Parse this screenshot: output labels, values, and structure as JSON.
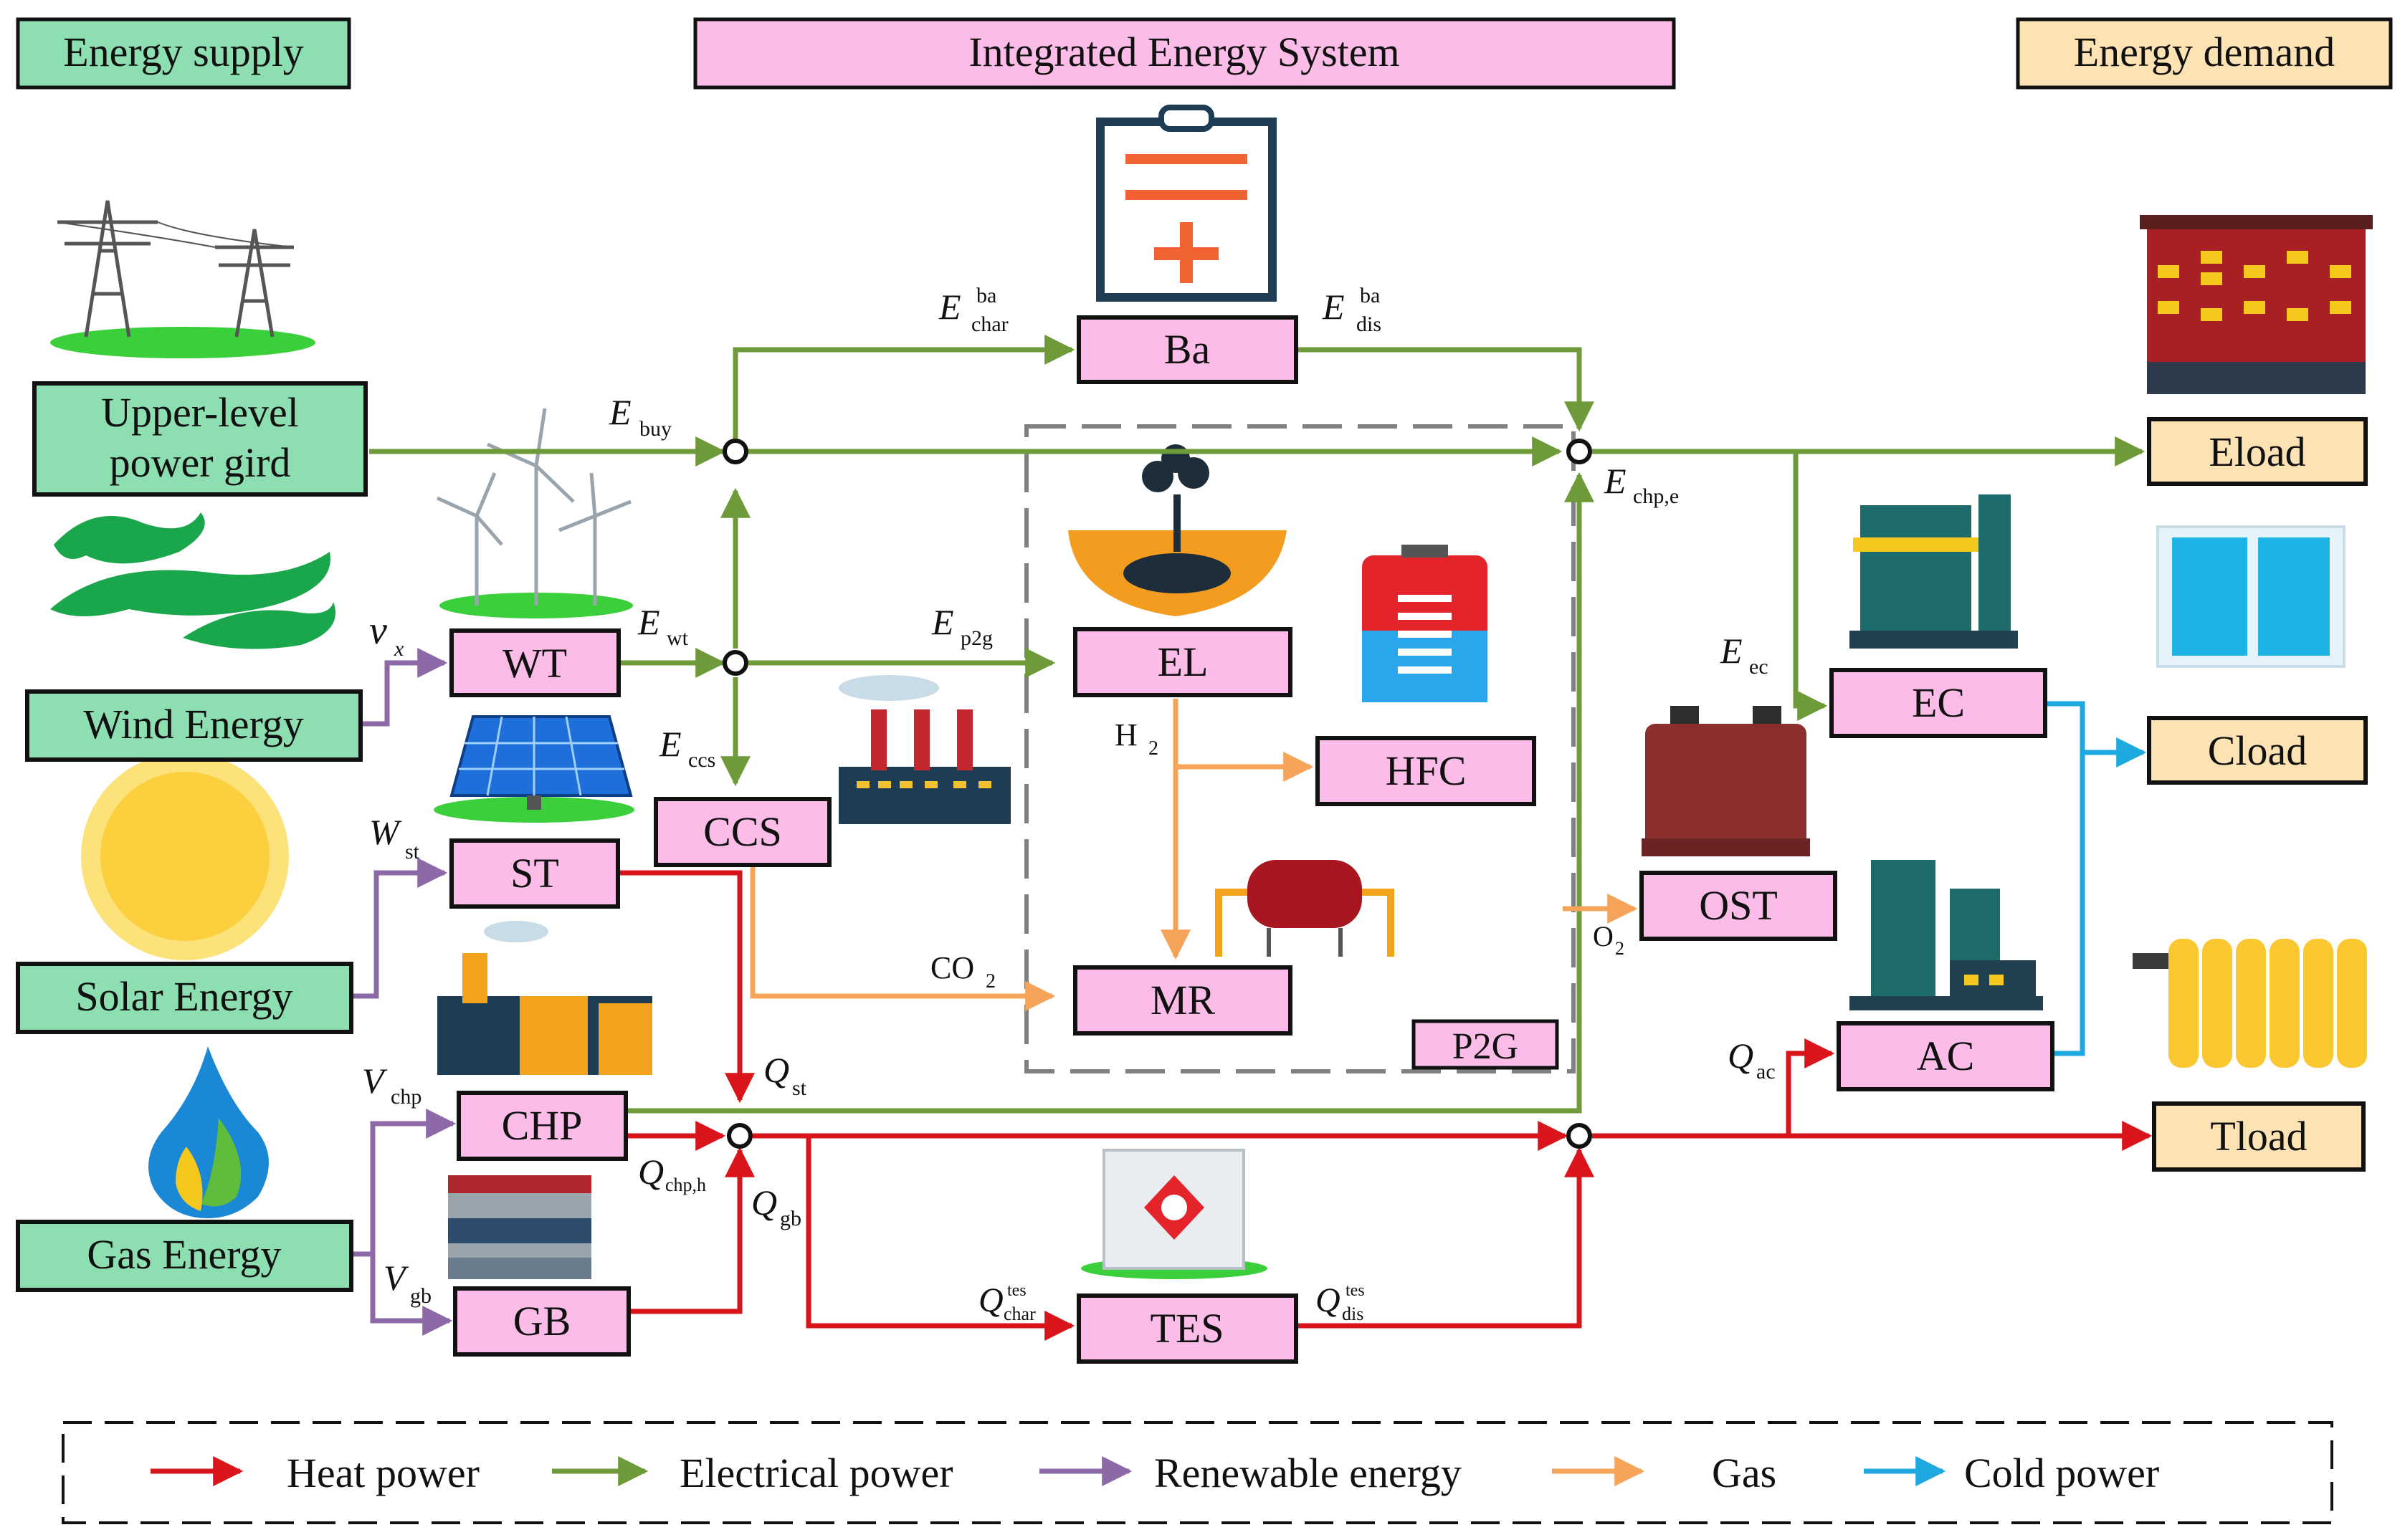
{
  "headers": {
    "supply": "Energy supply",
    "system": "Integrated Energy System",
    "demand": "Energy demand"
  },
  "sources": {
    "grid_line1": "Upper-level",
    "grid_line2": "power gird",
    "wind": "Wind Energy",
    "solar": "Solar Energy",
    "gas": "Gas Energy"
  },
  "devices": {
    "ba": "Ba",
    "wt": "WT",
    "st": "ST",
    "chp": "CHP",
    "gb": "GB",
    "ccs": "CCS",
    "el": "EL",
    "hfc": "HFC",
    "mr": "MR",
    "tes": "TES",
    "ost": "OST",
    "ec": "EC",
    "ac": "AC",
    "p2g": "P2G"
  },
  "loads": {
    "eload": "Eload",
    "cload": "Cload",
    "tload": "Tload"
  },
  "vars": {
    "e_char": {
      "main": "E",
      "sup": "ba",
      "sub": "char"
    },
    "e_dis": {
      "main": "E",
      "sup": "ba",
      "sub": "dis"
    },
    "e_buy": {
      "main": "E",
      "sub": "buy"
    },
    "e_chpe": {
      "main": "E",
      "sub": "chp,e"
    },
    "e_wt": {
      "main": "E",
      "sub": "wt"
    },
    "e_p2g": {
      "main": "E",
      "sub": "p2g"
    },
    "e_ccs": {
      "main": "E",
      "sub": "ccs"
    },
    "e_ec": {
      "main": "E",
      "sub": "ec"
    },
    "v_x": {
      "main": "v",
      "sub": "x"
    },
    "w_st": {
      "main": "W",
      "sub": "st"
    },
    "v_chp": {
      "main": "V",
      "sub": "chp"
    },
    "v_gb": {
      "main": "V",
      "sub": "gb"
    },
    "h2": {
      "main": "H",
      "sub": "2"
    },
    "co2": {
      "main": "CO",
      "sub": "2"
    },
    "o2": {
      "main": "O",
      "sub": "2"
    },
    "q_st": {
      "main": "Q",
      "sub": "st"
    },
    "q_chph": {
      "main": "Q",
      "sub": "chp,h"
    },
    "q_gb": {
      "main": "Q",
      "sub": "gb"
    },
    "q_ac": {
      "main": "Q",
      "sub": "ac"
    },
    "q_char": {
      "main": "Q",
      "sup": "tes",
      "sub": "char"
    },
    "q_dis": {
      "main": "Q",
      "sup": "tes",
      "sub": "dis"
    }
  },
  "legend": {
    "heat": "Heat power",
    "electrical": "Electrical power",
    "renewable": "Renewable energy",
    "gas": "Gas",
    "cold": "Cold power"
  },
  "colors": {
    "heat": "#d9141b",
    "electrical": "#6e9a3a",
    "renewable": "#8e69a8",
    "gas": "#f6a45a",
    "cold": "#1ea8e0",
    "device_fill": "#fbbde7",
    "source_fill": "#8ddeb1",
    "load_fill": "#fde2b4"
  }
}
